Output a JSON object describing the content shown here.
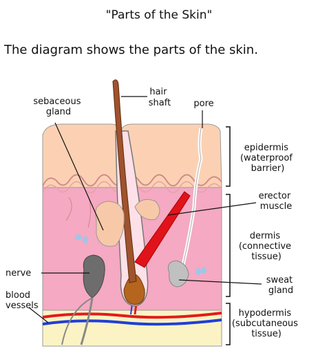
{
  "title": "\"Parts of the Skin\"",
  "caption": "The diagram shows the parts of the skin.",
  "labels": {
    "sebaceous_gland": [
      "sebaceous",
      "gland"
    ],
    "hair_shaft": [
      "hair",
      "shaft"
    ],
    "pore": "pore",
    "epidermis": [
      "epidermis",
      "(waterproof",
      "barrier)"
    ],
    "erector_muscle": [
      "erector",
      "muscle"
    ],
    "dermis": [
      "dermis",
      "(connective",
      "tissue)"
    ],
    "nerve": "nerve",
    "sweat_gland": [
      "sweat",
      "gland"
    ],
    "blood_vessels": [
      "blood",
      "vessels"
    ],
    "hypodermis": [
      "hypodermis",
      "(subcutaneous",
      "tissue)"
    ]
  }
}
